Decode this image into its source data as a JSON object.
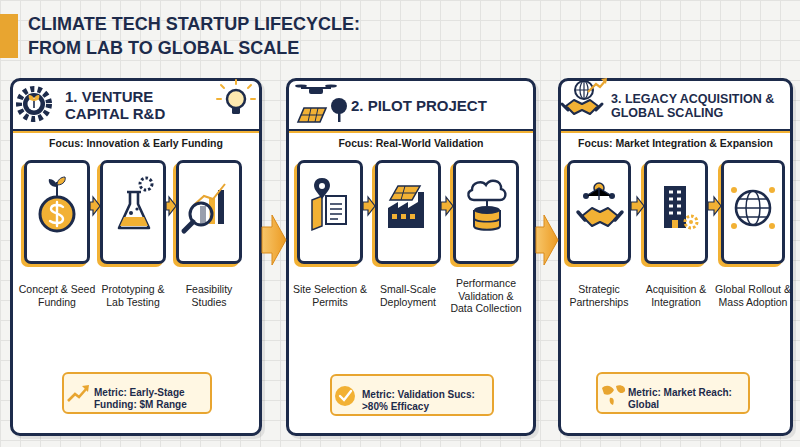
{
  "diagram": {
    "title": "CLIMATE TECH STARTUP LIFECYCLE: FROM LAB TO GLOBAL SCALE",
    "nodes": [
      {
        "text": [
          "1. VENTURE CAPITAL R&D",
          "Focus: Innovation & Early Funding"
        ]
      },
      {
        "text": [
          "Concept & Seed Funding"
        ],
        "in": 0
      },
      {
        "text": [
          "Prototyping & Lab Testing"
        ],
        "in": 0
      },
      {
        "text": [
          "Feasibility Studies"
        ],
        "in": 0
      },
      {
        "text": [
          "Metric: Early-Stage Funding: $M Range"
        ],
        "in": 0
      },
      {
        "text": [
          "2. PILOT PROJECT",
          "Focus: Real-World Validation"
        ]
      },
      {
        "text": [
          "Site Selection & Permits"
        ],
        "in": 5
      },
      {
        "text": [
          "Small-Scale Deployment"
        ],
        "in": 5
      },
      {
        "text": [
          "Performance Validation & Data Collection"
        ],
        "in": 5
      },
      {
        "text": [
          "Metric: Validation Sucs: >80% Efficacy"
        ],
        "in": 5
      },
      {
        "text": [
          "3. LEGACY ACQUISITION & GLOBAL SCALING",
          "Focus: Market Integration & Expansion"
        ]
      },
      {
        "text": [
          "Strategic Partnerships"
        ],
        "in": 10
      },
      {
        "text": [
          "Acquisition & Integration"
        ],
        "in": 10
      },
      {
        "text": [
          "Global Rollout & Mass Adoption"
        ],
        "in": 10
      },
      {
        "text": [
          "Metric: Market Reach: Global"
        ],
        "in": 10
      }
    ],
    "edges": [
      {
        "from": 1,
        "to": 2,
        "arrow": "to"
      },
      {
        "from": 2,
        "to": 3,
        "arrow": "to"
      },
      {
        "from": 0,
        "to": 5,
        "arrow": "to"
      },
      {
        "from": 6,
        "to": 7,
        "arrow": "to"
      },
      {
        "from": 7,
        "to": 8,
        "arrow": "to"
      },
      {
        "from": 5,
        "to": 10,
        "arrow": "to"
      },
      {
        "from": 11,
        "to": 12,
        "arrow": "to"
      },
      {
        "from": 12,
        "to": 13,
        "arrow": "to"
      }
    ]
  }
}
